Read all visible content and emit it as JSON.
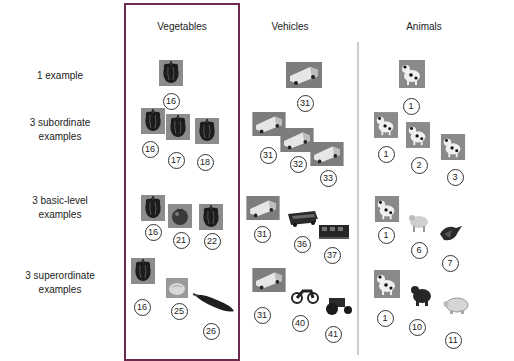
{
  "diagram": {
    "nodes": [
      {
        "text": [
          "Vegetables"
        ]
      },
      {
        "text": [
          "16"
        ],
        "in": 0
      },
      {
        "text": [
          "31"
        ]
      },
      {
        "text": [
          "1"
        ]
      },
      {
        "text": [
          "16"
        ],
        "in": 0
      },
      {
        "text": [
          "17"
        ],
        "in": 0
      },
      {
        "text": [
          "18"
        ],
        "in": 0
      },
      {
        "text": [
          "31"
        ]
      },
      {
        "text": [
          "32"
        ]
      },
      {
        "text": [
          "33"
        ]
      },
      {
        "text": [
          "1"
        ]
      },
      {
        "text": [
          "2"
        ]
      },
      {
        "text": [
          "3"
        ]
      },
      {
        "text": [
          "16"
        ],
        "in": 0
      },
      {
        "text": [
          "21"
        ],
        "in": 0
      },
      {
        "text": [
          "22"
        ],
        "in": 0
      },
      {
        "text": [
          "31"
        ]
      },
      {
        "text": [
          "36"
        ]
      },
      {
        "text": [
          "37"
        ]
      },
      {
        "text": [
          "1"
        ]
      },
      {
        "text": [
          "6"
        ]
      },
      {
        "text": [
          "7"
        ]
      },
      {
        "text": [
          "16"
        ],
        "in": 0
      },
      {
        "text": [
          "25"
        ],
        "in": 0
      },
      {
        "text": [
          "26"
        ],
        "in": 0
      },
      {
        "text": [
          "31"
        ]
      },
      {
        "text": [
          "40"
        ]
      },
      {
        "text": [
          "41"
        ]
      },
      {
        "text": [
          "1"
        ]
      },
      {
        "text": [
          "10"
        ]
      },
      {
        "text": [
          "11"
        ]
      }
    ],
    "labels": [
      "Vehicles",
      "Animals",
      "1 example",
      "3 subordinate examples",
      "3 basic-level examples",
      "3 superordinate examples"
    ]
  }
}
